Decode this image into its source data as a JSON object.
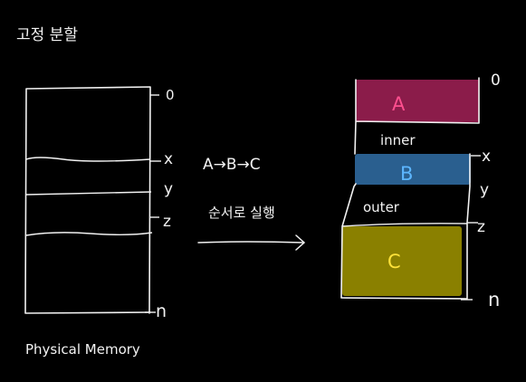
{
  "title": "고정 분할",
  "left_diagram": {
    "caption": "Physical Memory",
    "markers": [
      "0",
      "x",
      "y",
      "z",
      "n"
    ]
  },
  "middle": {
    "sequence": "A→B→C",
    "description": "순서로 실행"
  },
  "right_diagram": {
    "markers": [
      "0",
      "x",
      "y",
      "z",
      "n"
    ],
    "blocks": [
      {
        "label": "A",
        "fill": "#8b1c4a",
        "text_color": "#ff4f8f"
      },
      {
        "label": "B",
        "fill": "#2a5f8f",
        "text_color": "#5db6ff"
      },
      {
        "label": "C",
        "fill": "#8a8000",
        "text_color": "#ffe23a"
      }
    ],
    "fragments": [
      "inner",
      "outer"
    ]
  },
  "colors": {
    "background": "#000000",
    "ink": "#f2f2f2"
  }
}
